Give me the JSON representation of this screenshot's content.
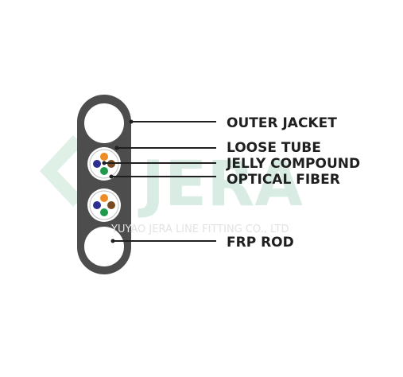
{
  "watermark": {
    "brand": "JERA",
    "company": "YUYAO JERA LINE FITTING CO., LTD"
  },
  "labels": {
    "outer_jacket": "OUTER JACKET",
    "loose_tube": "LOOSE TUBE",
    "jelly_compound": "JELLY COMPOUND",
    "optical_fiber": "OPTICAL FIBER",
    "frp_rod": "FRP ROD"
  },
  "colors": {
    "jacket": "#4d4d4d",
    "fiber_orange": "#f08a24",
    "fiber_blue": "#2b2f8f",
    "fiber_brown": "#7a4a21",
    "fiber_green": "#1f9a4a",
    "watermark_green": "#d9ece3"
  }
}
